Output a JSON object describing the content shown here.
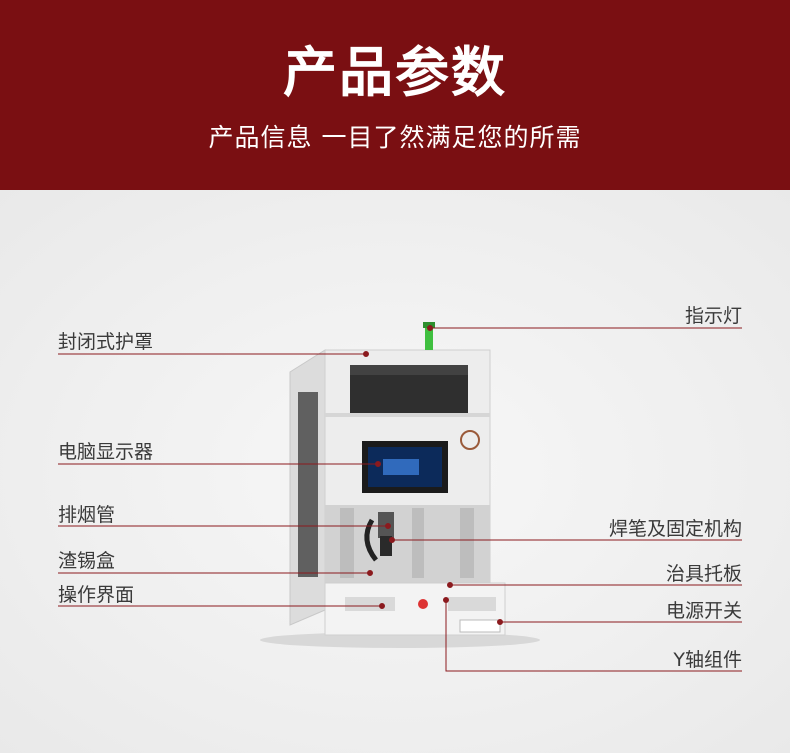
{
  "header": {
    "title": "产品参数",
    "subtitle": "产品信息 一目了然满足您的所需"
  },
  "callouts": {
    "left": [
      {
        "label": "封闭式护罩"
      },
      {
        "label": "电脑显示器"
      },
      {
        "label": "排烟管"
      },
      {
        "label": "渣锡盒"
      },
      {
        "label": "操作界面"
      }
    ],
    "right": [
      {
        "label": "指示灯"
      },
      {
        "label": "焊笔及固定机构"
      },
      {
        "label": "治具托板"
      },
      {
        "label": "电源开关"
      },
      {
        "label": "Y轴组件"
      }
    ]
  },
  "colors": {
    "banner": "#7a0f12",
    "leader": "#8b1a1e",
    "indicator": "#3fbf3f"
  }
}
